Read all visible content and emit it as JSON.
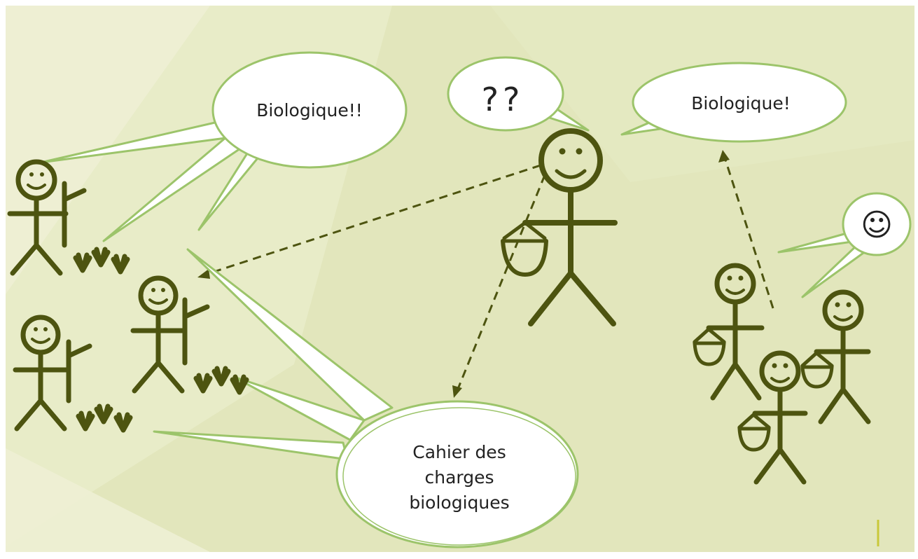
{
  "slide": {
    "bubbles": {
      "farmers_speech": "Biologique!!",
      "consumer_confused": "??",
      "buyers_speech": "Biologique!",
      "buyers_smiley": "☺",
      "charter_line1": "Cahier des",
      "charter_line2": "charges",
      "charter_line3": "biologiques"
    }
  },
  "colors": {
    "background_light": "#f3f4e2",
    "background_main": "#e2e6bc",
    "figure": "#4d5410",
    "bubble_fill": "#ffffff",
    "bubble_stroke": "#9cc46a",
    "arrow": "#4d5410",
    "text": "#222222"
  }
}
